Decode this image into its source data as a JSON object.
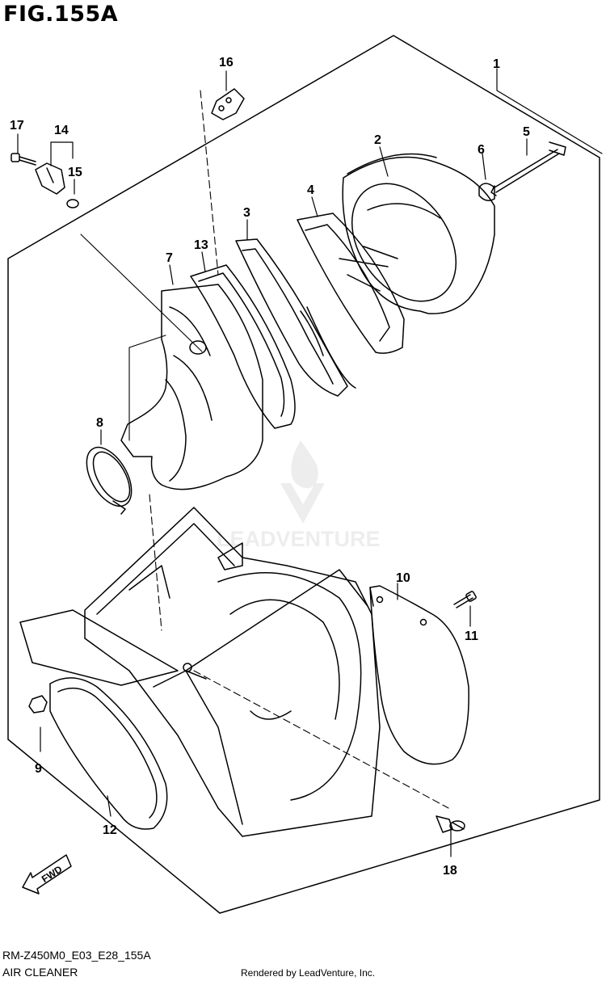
{
  "figure": {
    "title": "FIG.155A"
  },
  "callouts": [
    "1",
    "2",
    "3",
    "4",
    "5",
    "6",
    "7",
    "8",
    "9",
    "10",
    "11",
    "12",
    "13",
    "14",
    "15",
    "16",
    "17",
    "18"
  ],
  "direction_arrow": {
    "label": "FWD"
  },
  "watermark": {
    "text": "LEADVENTURE"
  },
  "footer": {
    "code": "RM-Z450M0_E03_E28_155A",
    "name": "AIR CLEANER",
    "rendered_by": "Rendered by LeadVenture, Inc."
  }
}
